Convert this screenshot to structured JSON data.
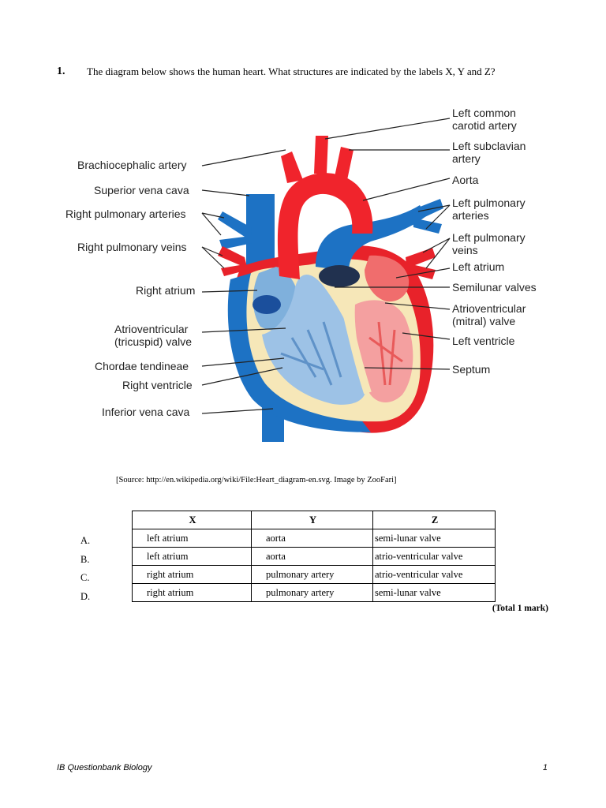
{
  "question": {
    "number": "1.",
    "text": "The diagram below shows the human heart. What structures are indicated by the labels X, Y and Z?"
  },
  "diagram": {
    "labels_left": [
      "Brachiocephalic artery",
      "Superior vena cava",
      "Right pulmonary arteries",
      "Right pulmonary veins",
      "Right atrium",
      "Atrioventricular",
      "(tricuspid) valve",
      "Chordae tendineae",
      "Right ventricle",
      "Inferior vena cava"
    ],
    "labels_right": [
      "Left common",
      "carotid artery",
      "Left subclavian",
      "artery",
      "Aorta",
      "Left pulmonary",
      "arteries",
      "Left pulmonary",
      "veins",
      "Left atrium",
      "Semilunar valves",
      "Atrioventricular",
      "(mitral) valve",
      "Left ventricle",
      "Septum"
    ],
    "colors": {
      "artery": "#f0242c",
      "vein": "#1d72c4",
      "wall": "#f6e7b8",
      "right_chamber": "#8db8e0",
      "left_chamber": "#f4a0a0"
    }
  },
  "source": "[Source: http://en.wikipedia.org/wiki/File:Heart_diagram-en.svg. Image by ZooFari]",
  "table": {
    "headers": [
      "X",
      "Y",
      "Z"
    ],
    "rows": [
      {
        "option": "A.",
        "x": "left atrium",
        "y": "aorta",
        "z": "semi-lunar valve"
      },
      {
        "option": "B.",
        "x": "left atrium",
        "y": "aorta",
        "z": "atrio-ventricular valve"
      },
      {
        "option": "C.",
        "x": "right atrium",
        "y": "pulmonary artery",
        "z": "atrio-ventricular valve"
      },
      {
        "option": "D.",
        "x": "right atrium",
        "y": "pulmonary artery",
        "z": "semi-lunar valve"
      }
    ]
  },
  "total_mark": "(Total 1 mark)",
  "footer": {
    "left": "IB Questionbank Biology",
    "right": "1"
  }
}
